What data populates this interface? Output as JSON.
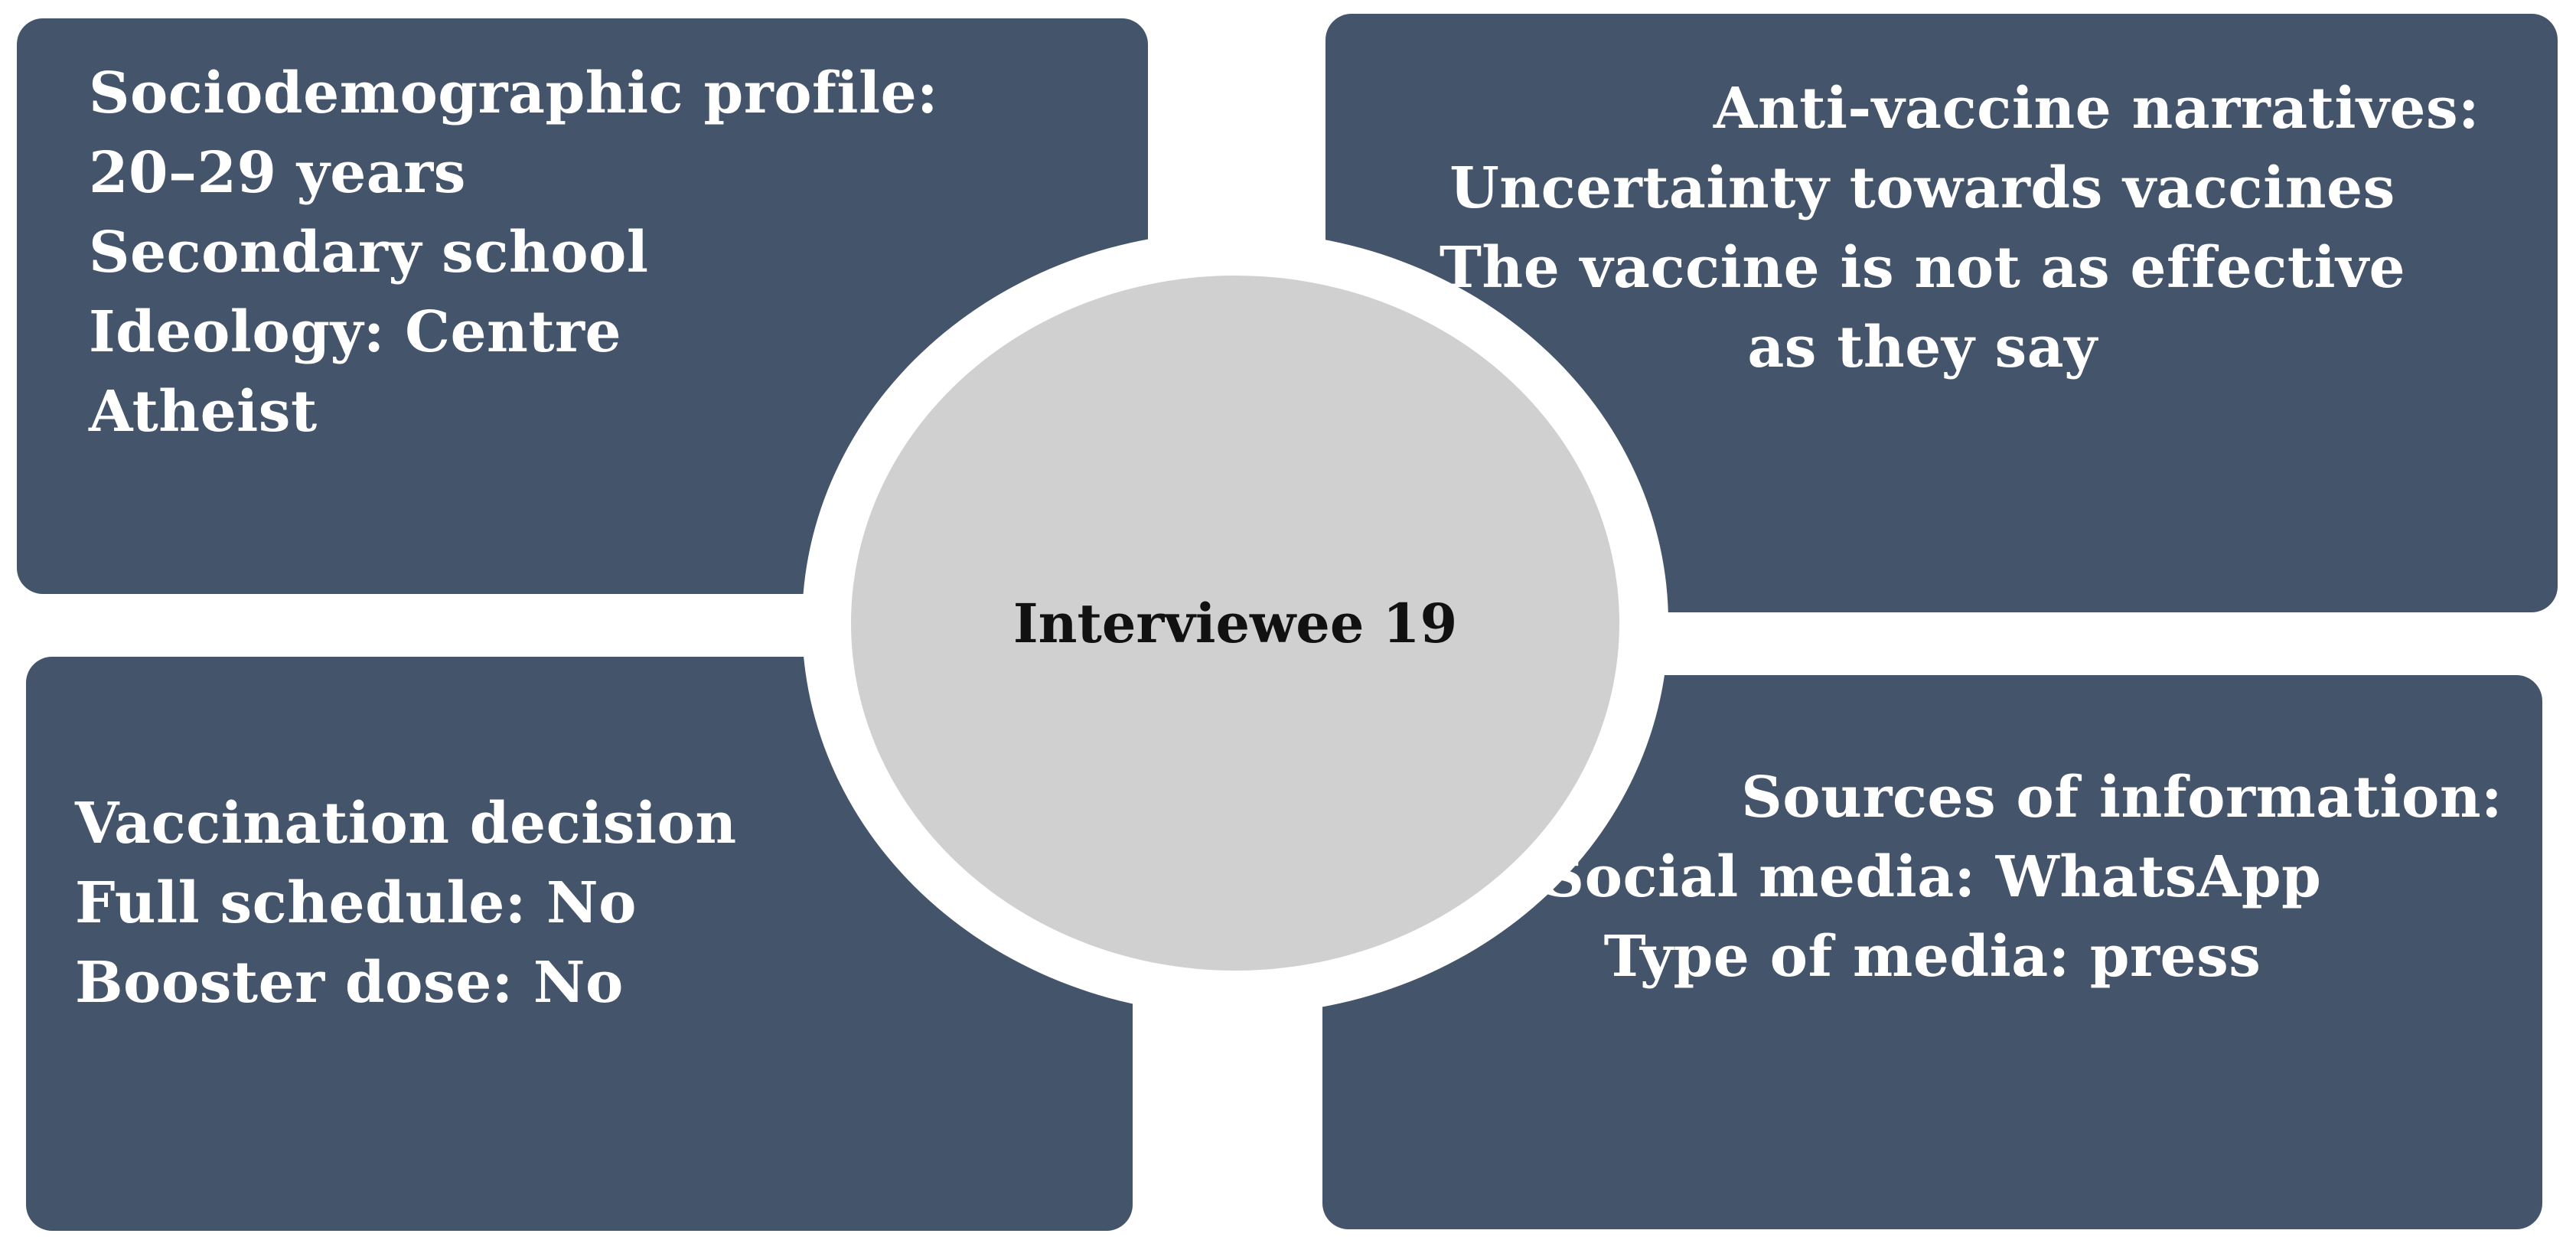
{
  "center": {
    "label": "Interviewee 19"
  },
  "top_left": {
    "lines": [
      "Sociodemographic profile:",
      "20–29 years",
      "Secondary school",
      "Ideology: Centre",
      "Atheist"
    ]
  },
  "top_right": {
    "lines": [
      "Anti-vaccine narratives:",
      "Uncertainty towards vaccines",
      "The vaccine is not as effective",
      "as they say"
    ]
  },
  "bottom_left": {
    "lines": [
      "Vaccination decision",
      "Full schedule: No",
      "Booster dose: No"
    ]
  },
  "bottom_right": {
    "lines": [
      "Sources of information:",
      "Social media: WhatsApp",
      "Type of media: press"
    ]
  },
  "colors": {
    "panel": "#44546a",
    "circle": "#d0d0d0",
    "ring": "#ffffff"
  }
}
